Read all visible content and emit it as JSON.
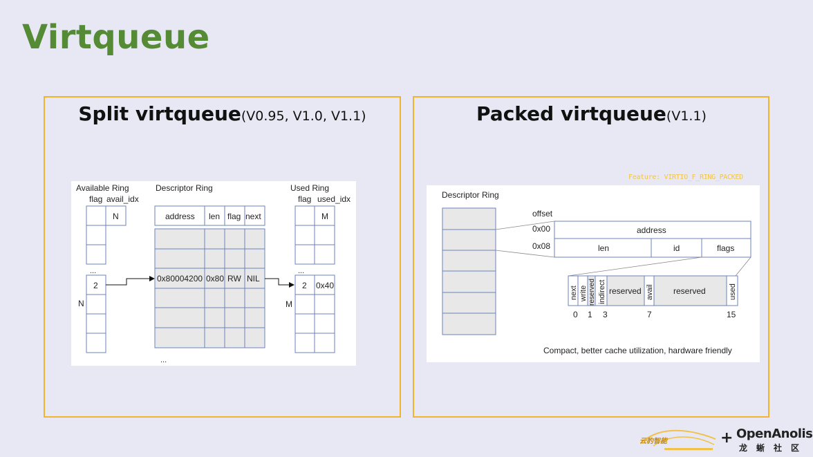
{
  "slide_title": "Virtqueue",
  "split": {
    "title": "Split virtqueue",
    "versions": "(V0.95, V1.0, V1.1)",
    "available_ring": {
      "label": "Available Ring",
      "col_flag": "flag",
      "col_avail_idx": "avail_idx",
      "avail_idx_value": "N",
      "ellipsis": "...",
      "entry_value": "2",
      "side_label": "N"
    },
    "descriptor_ring": {
      "label": "Descriptor Ring",
      "headers": [
        "address",
        "len",
        "flag",
        "next"
      ],
      "entry": [
        "0x80004200",
        "0x80",
        "RW",
        "NIL"
      ],
      "ellipsis": "..."
    },
    "used_ring": {
      "label": "Used Ring",
      "col_flag": "flag",
      "col_used_idx": "used_idx",
      "used_idx_value": "M",
      "ellipsis": "...",
      "entry_id": "2",
      "entry_len": "0x40",
      "side_label": "M"
    }
  },
  "packed": {
    "title": "Packed virtqueue",
    "versions": "(V1.1)",
    "feature_note": "Feature: VIRTIO_F_RING_PACKED",
    "descriptor_ring_label": "Descriptor Ring",
    "offset_label": "offset",
    "offset_0": "0x00",
    "offset_8": "0x08",
    "field_address": "address",
    "field_len": "len",
    "field_id": "id",
    "field_flags": "flags",
    "flag_bits": {
      "next": "next",
      "write": "write",
      "reserved_small": "reserved",
      "indirect": "indirect",
      "reserved_mid": "reserved",
      "avail": "avail",
      "reserved_big": "reserved",
      "used": "used"
    },
    "bit_positions": [
      "0",
      "1",
      "3",
      "7",
      "15"
    ],
    "caption": "Compact, better cache utilization, hardware friendly"
  },
  "footer": {
    "logo_left": "云豹智能",
    "plus": "+",
    "logo_right": "OpenAnolis",
    "logo_right_cn": "龙蜥社区"
  },
  "colors": {
    "title_green": "#558b34",
    "panel_border": "#f2b42c",
    "background": "#e7e8f3",
    "cell_fill": "#e8e8e8",
    "cell_stroke": "#6d82b8"
  }
}
